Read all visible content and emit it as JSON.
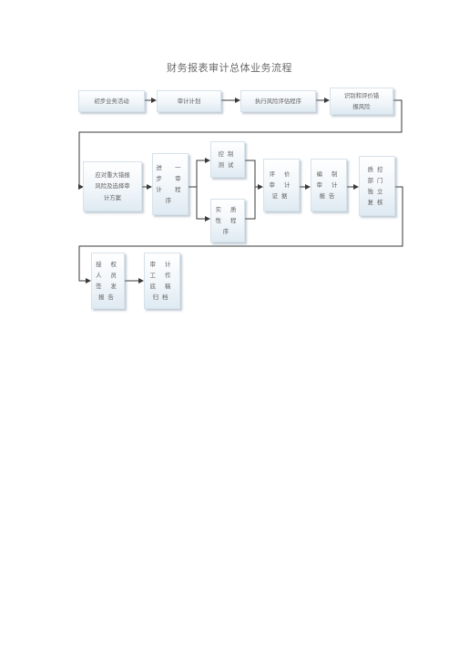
{
  "title": "财务报表审计总体业务流程",
  "nodes": {
    "n1": "初步业务活动",
    "n2": "审计计划",
    "n3": "执行风险评估程序",
    "n4": "识别和评价错\n报风险",
    "n5": "应对重大错报\n风险及选择审\n计方案",
    "n6": "进　一\n步　审\n计　程\n序",
    "n7": "控制\n测试",
    "n8": "实 质\n性 程\n序",
    "n9": "评 价\n审 计\n证据",
    "n10": "编 制\n审 计\n报告",
    "n11": "质控\n部门\n独立\n复核",
    "n12": "授 权\n人 员\n签 发\n报告",
    "n13": "审 计\n工 作\n底 稿\n归档"
  },
  "colors": {
    "line": "#3a3a3a",
    "box_border": "#d6e2ea",
    "box_fill": "#eef4f8"
  }
}
